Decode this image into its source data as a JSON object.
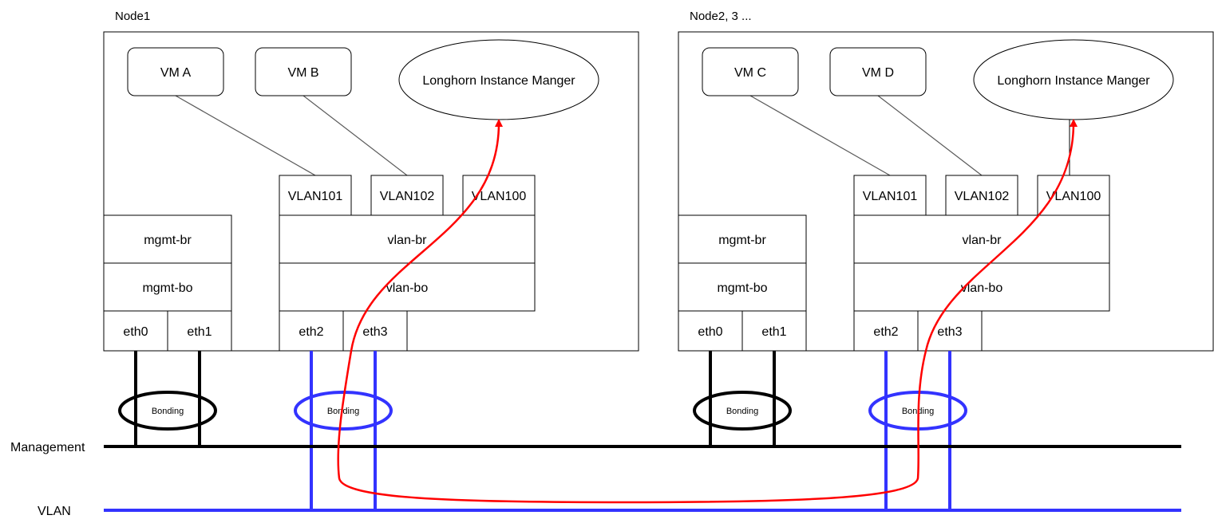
{
  "node1": {
    "title": "Node1",
    "vm_a": "VM A",
    "vm_b": "VM B",
    "longhorn": "Longhorn Instance Manger",
    "vlan101": "VLAN101",
    "vlan102": "VLAN102",
    "vlan100": "VLAN100",
    "mgmt_br": "mgmt-br",
    "mgmt_bo": "mgmt-bo",
    "vlan_br": "vlan-br",
    "vlan_bo": "vlan-bo",
    "eth0": "eth0",
    "eth1": "eth1",
    "eth2": "eth2",
    "eth3": "eth3",
    "bonding_mgmt": "Bonding",
    "bonding_vlan": "Bonding"
  },
  "node2": {
    "title": "Node2, 3 ...",
    "vm_c": "VM C",
    "vm_d": "VM D",
    "longhorn": "Longhorn Instance Manger",
    "vlan101": "VLAN101",
    "vlan102": "VLAN102",
    "vlan100": "VLAN100",
    "mgmt_br": "mgmt-br",
    "mgmt_bo": "mgmt-bo",
    "vlan_br": "vlan-br",
    "vlan_bo": "vlan-bo",
    "eth0": "eth0",
    "eth1": "eth1",
    "eth2": "eth2",
    "eth3": "eth3",
    "bonding_mgmt": "Bonding",
    "bonding_vlan": "Bonding"
  },
  "networks": {
    "management": "Management",
    "vlan": "VLAN"
  },
  "colors": {
    "management_line": "#000000",
    "vlan_line": "#3333ff",
    "storage_path": "#ff0000",
    "vm_link": "#595959"
  }
}
